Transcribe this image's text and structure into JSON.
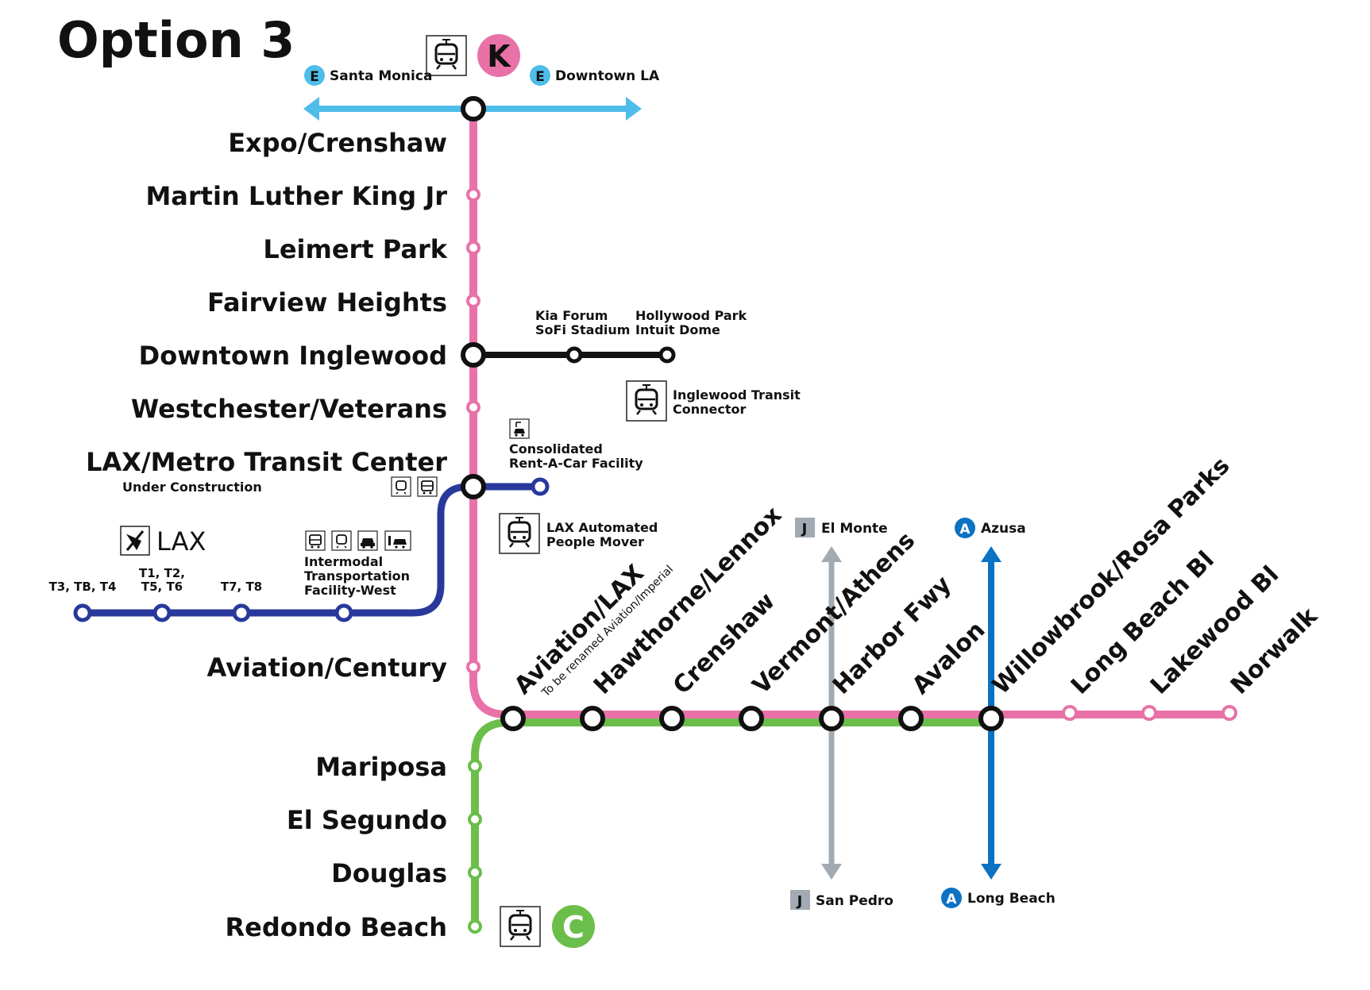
{
  "title": "Option 3",
  "colors": {
    "k_line": "#e872a8",
    "c_line": "#6cbe4b",
    "e_line": "#4fbde9",
    "a_line": "#0b72c4",
    "j_line": "#a2abb3",
    "lax_line": "#28399b",
    "inglewood_connector": "#111111"
  },
  "badges": {
    "k": "K",
    "c": "C",
    "e": "E",
    "a": "A",
    "j": "J"
  },
  "e_line": {
    "west_terminus": "Santa Monica",
    "east_terminus": "Downtown LA"
  },
  "k_line_stations": [
    "Expo/Crenshaw",
    "Martin Luther King Jr",
    "Leimert Park",
    "Fairview Heights",
    "Downtown Inglewood",
    "Westchester/Veterans",
    "LAX/Metro Transit Center",
    "Aviation/Century"
  ],
  "lax_transit_center_note": "Under Construction",
  "c_line_south_stations": [
    "Mariposa",
    "El Segundo",
    "Douglas",
    "Redondo Beach"
  ],
  "east_branch_stations": [
    "Aviation/LAX",
    "Hawthorne/Lennox",
    "Crenshaw",
    "Vermont/Athens",
    "Harbor Fwy",
    "Avalon",
    "Willowbrook/Rosa Parks",
    "Long Beach Bl",
    "Lakewood Bl",
    "Norwalk"
  ],
  "aviation_lax_note": "To be renamed Aviation/Imperial",
  "inglewood_connector": {
    "stop1_line1": "Kia Forum",
    "stop1_line2": "SoFi Stadium",
    "stop2_line1": "Hollywood Park",
    "stop2_line2": "Intuit Dome",
    "label_line1": "Inglewood Transit",
    "label_line2": "Connector"
  },
  "rental_car": {
    "line1": "Consolidated",
    "line2": "Rent-A-Car Facility"
  },
  "people_mover": {
    "line1": "LAX Automated",
    "line2": "People Mover",
    "lax_label": "LAX",
    "stops": [
      {
        "line1": "T3, TB, T4",
        "line2": ""
      },
      {
        "line1": "T1, T2,",
        "line2": "T5, T6"
      },
      {
        "line1": "T7, T8",
        "line2": ""
      }
    ],
    "itf_line1": "Intermodal",
    "itf_line2": "Transportation",
    "itf_line3": "Facility-West"
  },
  "j_line": {
    "north_terminus": "El Monte",
    "south_terminus": "San Pedro"
  },
  "a_line": {
    "north_terminus": "Azusa",
    "south_terminus": "Long Beach"
  },
  "icons": {
    "train": "light-rail-train-icon",
    "bus": "bus-icon",
    "car": "car-icon",
    "airport": "airplane-icon",
    "people_mover": "people-mover-icon"
  }
}
